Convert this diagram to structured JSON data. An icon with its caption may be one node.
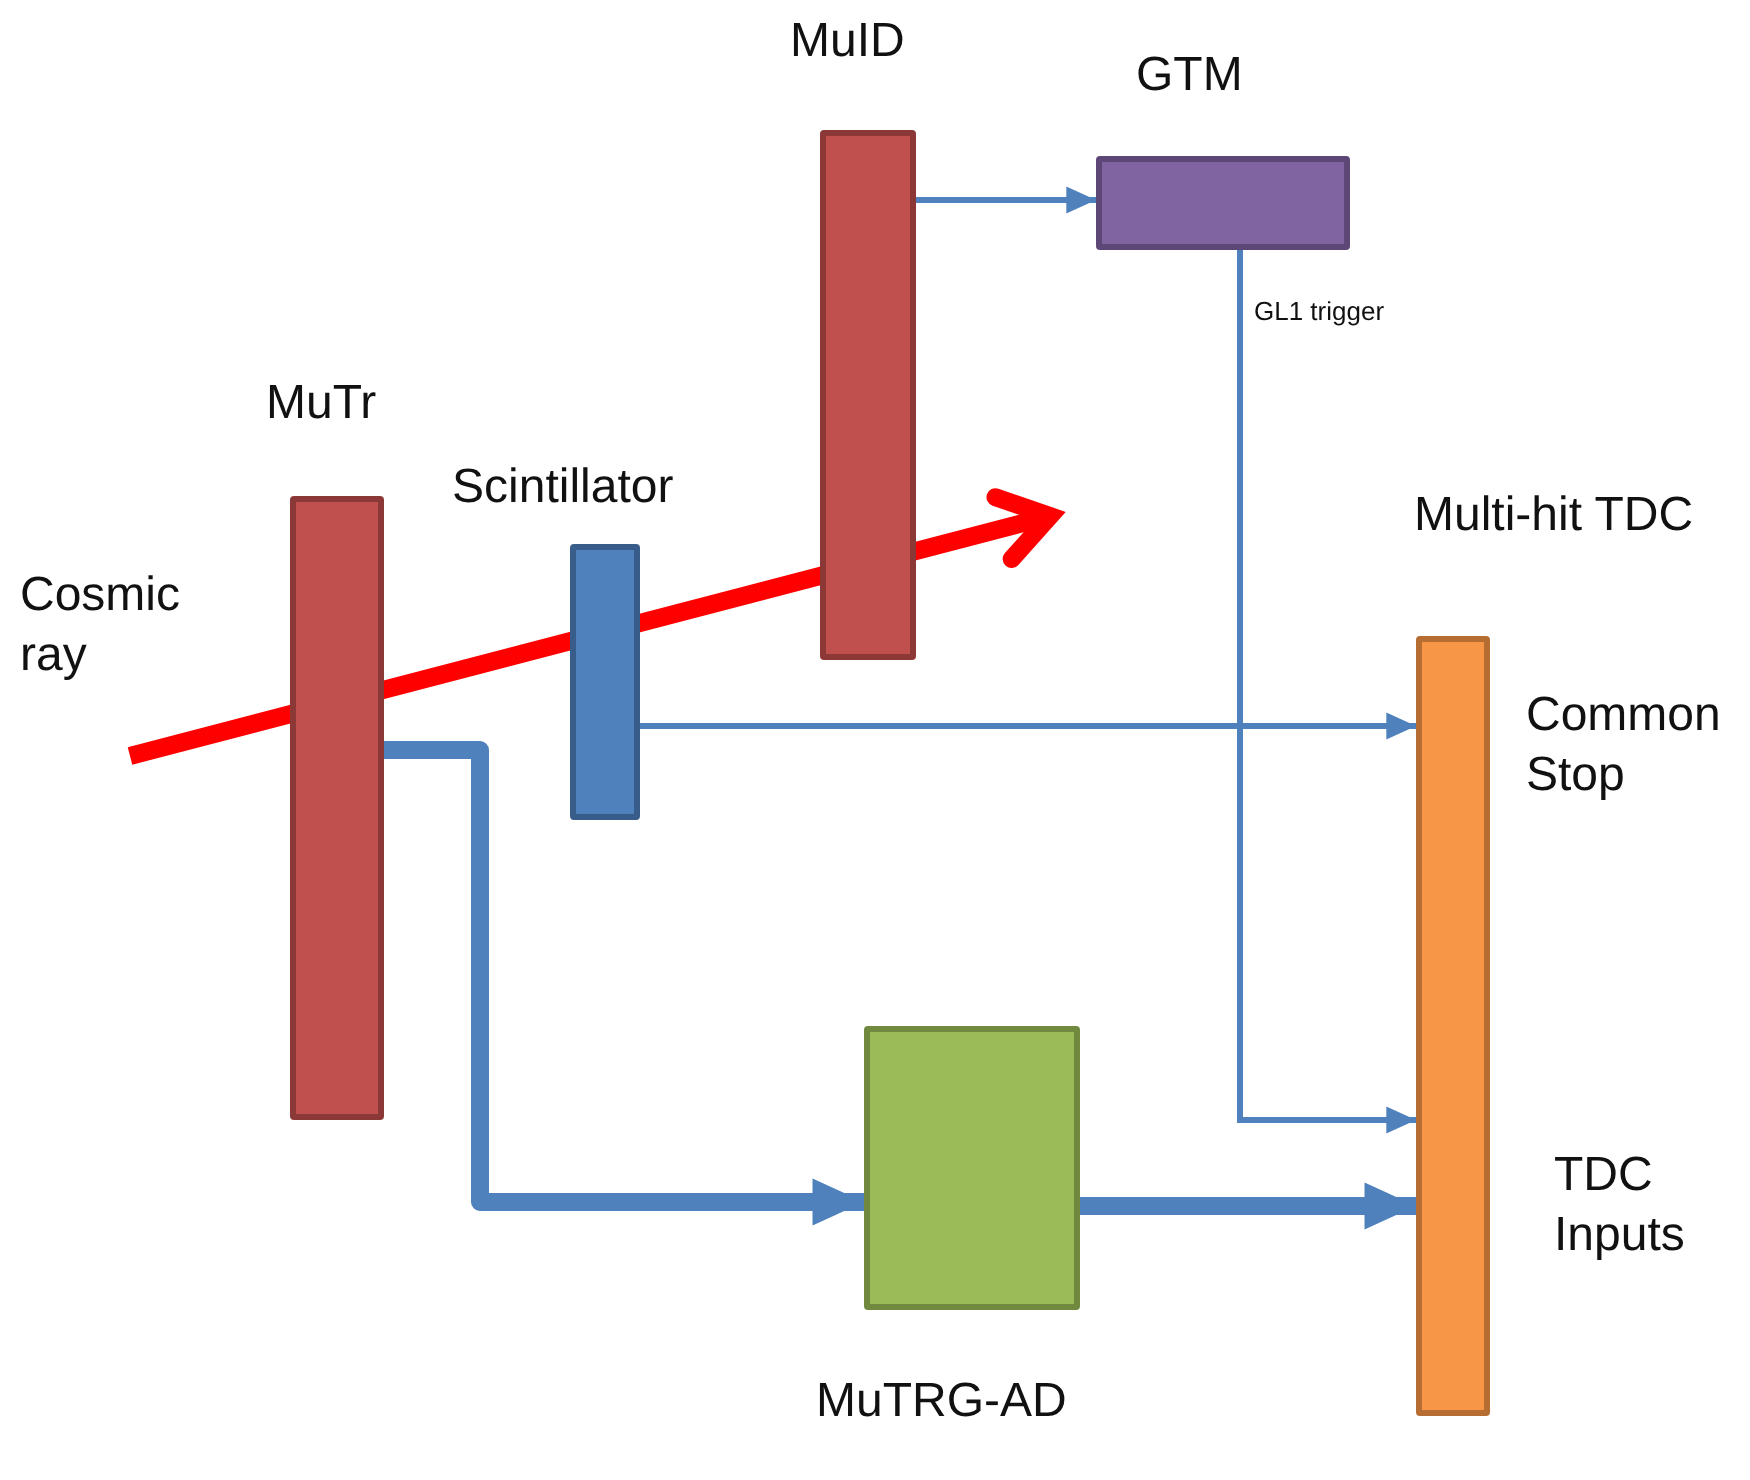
{
  "diagram": {
    "nodes": [
      {
        "text": [
          "MuTr"
        ]
      },
      {
        "text": [
          "Scintillator"
        ]
      },
      {
        "text": [
          "MuID"
        ]
      },
      {
        "text": [
          "GTM"
        ]
      },
      {
        "text": [
          "Multi-hit TDC"
        ],
        "beside": [
          "Common Stop",
          "TDC Inputs"
        ]
      },
      {
        "text": [
          "MuTRG-AD"
        ]
      },
      {
        "text": [
          "Cosmic ray"
        ]
      }
    ],
    "edges": [
      {
        "from": 2,
        "to": 3,
        "arrow": "to"
      },
      {
        "from": 3,
        "to": 4,
        "arrow": "to",
        "label": "GL1 trigger"
      },
      {
        "from": 1,
        "to": 4,
        "arrow": "to"
      },
      {
        "from": 0,
        "to": 5,
        "arrow": "to",
        "style": "thick"
      },
      {
        "from": 5,
        "to": 4,
        "arrow": "to",
        "style": "thick"
      },
      {
        "from": 6,
        "to": null,
        "arrow": "to",
        "style": "thick",
        "color": "#ff0000"
      }
    ]
  }
}
